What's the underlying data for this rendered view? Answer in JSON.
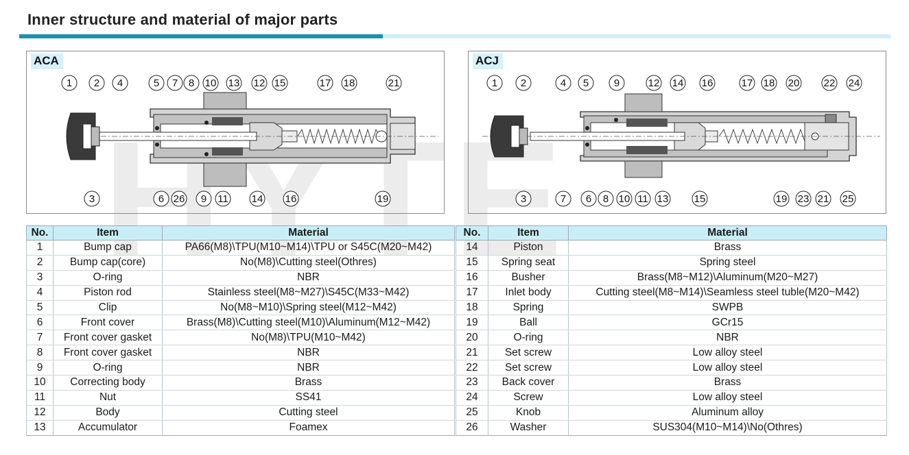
{
  "title": "Inner structure and material of major parts",
  "watermark": "HYTE",
  "aca": {
    "label": "ACA",
    "top_callouts": [
      "1",
      "2",
      "4",
      "5",
      "7",
      "8",
      "10",
      "13",
      "12",
      "15",
      "17",
      "18",
      "21"
    ],
    "bottom_callouts": [
      "3",
      "6",
      "26",
      "9",
      "11",
      "14",
      "16",
      "19"
    ]
  },
  "acj": {
    "label": "ACJ",
    "top_callouts": [
      "1",
      "2",
      "4",
      "5",
      "9",
      "12",
      "14",
      "16",
      "17",
      "18",
      "20",
      "22",
      "24"
    ],
    "bottom_callouts": [
      "3",
      "7",
      "6",
      "8",
      "10",
      "11",
      "13",
      "15",
      "19",
      "23",
      "21",
      "25"
    ]
  },
  "table_headers": {
    "no": "No.",
    "item": "Item",
    "material": "Material"
  },
  "parts_left": [
    {
      "no": "1",
      "item": "Bump cap",
      "material": "PA66(M8)\\TPU(M10~M14)\\TPU or S45C(M20~M42)"
    },
    {
      "no": "2",
      "item": "Bump cap(core)",
      "material": "No(M8)\\Cutting steel(Othres)"
    },
    {
      "no": "3",
      "item": "O-ring",
      "material": "NBR"
    },
    {
      "no": "4",
      "item": "Piston rod",
      "material": "Stainless steel(M8~M27)\\S45C(M33~M42)"
    },
    {
      "no": "5",
      "item": "Clip",
      "material": "No(M8~M10)\\Spring steel(M12~M42)"
    },
    {
      "no": "6",
      "item": "Front cover",
      "material": "Brass(M8)\\Cutting steel(M10)\\Aluminum(M12~M42)"
    },
    {
      "no": "7",
      "item": "Front cover gasket",
      "material": "No(M8)\\TPU(M10~M42)"
    },
    {
      "no": "8",
      "item": "Front cover gasket",
      "material": "NBR"
    },
    {
      "no": "9",
      "item": "O-ring",
      "material": "NBR"
    },
    {
      "no": "10",
      "item": "Correcting body",
      "material": "Brass"
    },
    {
      "no": "11",
      "item": "Nut",
      "material": "SS41"
    },
    {
      "no": "12",
      "item": "Body",
      "material": "Cutting steel"
    },
    {
      "no": "13",
      "item": "Accumulator",
      "material": "Foamex"
    }
  ],
  "parts_right": [
    {
      "no": "14",
      "item": "Piston",
      "material": "Brass"
    },
    {
      "no": "15",
      "item": "Spring seat",
      "material": "Spring steel"
    },
    {
      "no": "16",
      "item": "Busher",
      "material": "Brass(M8~M12)\\Aluminum(M20~M27)"
    },
    {
      "no": "17",
      "item": "Inlet body",
      "material": "Cutting steel(M8~M14)\\Seamless steel tuble(M20~M42)"
    },
    {
      "no": "18",
      "item": "Spring",
      "material": "SWPB"
    },
    {
      "no": "19",
      "item": "Ball",
      "material": "GCr15"
    },
    {
      "no": "20",
      "item": "O-ring",
      "material": "NBR"
    },
    {
      "no": "21",
      "item": "Set screw",
      "material": "Low alloy steel"
    },
    {
      "no": "22",
      "item": "Set screw",
      "material": "Low alloy steel"
    },
    {
      "no": "23",
      "item": "Back cover",
      "material": "Brass"
    },
    {
      "no": "24",
      "item": "Screw",
      "material": "Low alloy steel"
    },
    {
      "no": "25",
      "item": "Knob",
      "material": "Aluminum alloy"
    },
    {
      "no": "26",
      "item": "Washer",
      "material": "SUS304(M10~M14)\\No(Othres)"
    }
  ]
}
